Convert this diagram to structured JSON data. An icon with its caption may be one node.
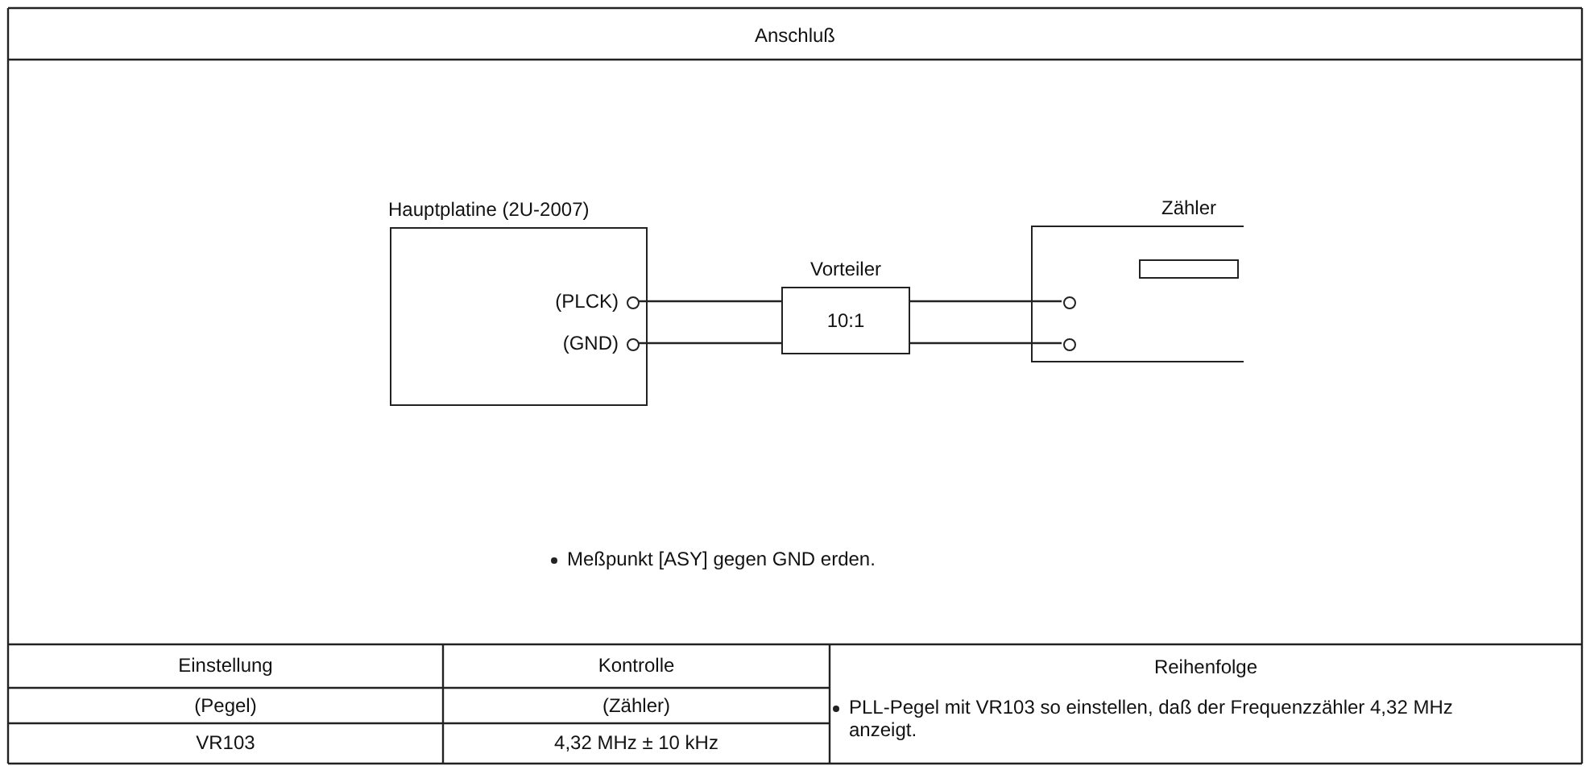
{
  "diagram": {
    "nodes": [
      {
        "text": [
          "Hauptplatine (2U-2007)"
        ]
      },
      {
        "text": [],
        "shape": "circle",
        "in": 0,
        "beside": [
          "(PLCK)"
        ]
      },
      {
        "text": [],
        "shape": "circle",
        "in": 0,
        "beside": [
          "(GND)"
        ]
      },
      {
        "text": [
          "Vorteiler",
          "10:1"
        ]
      },
      {
        "text": [
          "Zähler"
        ]
      },
      {
        "text": [],
        "shape": "box",
        "in": 4
      },
      {
        "text": [],
        "shape": "circle",
        "in": 4
      },
      {
        "text": [],
        "shape": "circle",
        "in": 4
      }
    ],
    "edges": [
      {
        "from": 1,
        "to": 3,
        "arrow": "none"
      },
      {
        "from": 2,
        "to": 3,
        "arrow": "none"
      },
      {
        "from": 3,
        "to": 6,
        "arrow": "none"
      },
      {
        "from": 3,
        "to": 7,
        "arrow": "none"
      }
    ],
    "labels": [
      "Anschluß",
      "Meßpunkt [ASY] gegen GND erden.",
      "Einstellung",
      "Kontrolle",
      "Reihenfolge",
      "(Pegel)",
      "(Zähler)",
      "PLL-Pegel mit VR103 so einstellen, daß der Frequenzzähler 4,32 MHz anzeigt.",
      "VR103",
      "4,32 MHz ± 10 kHz"
    ]
  }
}
